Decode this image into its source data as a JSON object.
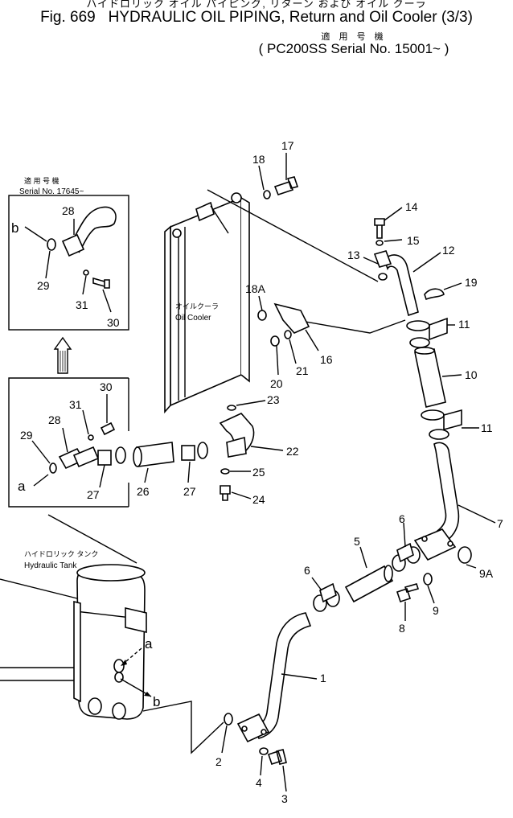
{
  "header": {
    "jp_title": "ハイドロリック オイル パイピング, リターン および オイル クーラ",
    "fig_label": "Fig. 669",
    "en_title": "HYDRAULIC OIL PIPING, Return and Oil Cooler",
    "fraction": "(3/3)",
    "jp_serial_label": "適 用 号 機",
    "serial": "PC200SS Serial No. 15001~"
  },
  "inset": {
    "jp_serial_label": "適 用 号 機",
    "serial": "Serial No. 17645~"
  },
  "labels": {
    "oil_cooler_jp": "オイルクーラ",
    "oil_cooler_en": "Oil Cooler",
    "hyd_tank_jp": "ハイドロリック タンク",
    "hyd_tank_en": "Hydraulic Tank",
    "a": "a",
    "b": "b"
  },
  "callouts": {
    "c1": "1",
    "c2": "2",
    "c3": "3",
    "c4": "4",
    "c5": "5",
    "c6a": "6",
    "c6b": "6",
    "c7": "7",
    "c8": "8",
    "c9": "9",
    "c9a": "9A",
    "c10": "10",
    "c11a": "11",
    "c11b": "11",
    "c12": "12",
    "c13": "13",
    "c14": "14",
    "c15": "15",
    "c16": "16",
    "c17": "17",
    "c18": "18",
    "c18a": "18A",
    "c19": "19",
    "c20": "20",
    "c21": "21",
    "c22": "22",
    "c23": "23",
    "c24": "24",
    "c25": "25",
    "c26": "26",
    "c27a": "27",
    "c27b": "27",
    "c28a": "28",
    "c28b": "28",
    "c29a": "29",
    "c29b": "29",
    "c30a": "30",
    "c30b": "30",
    "c31a": "31",
    "c31b": "31"
  }
}
